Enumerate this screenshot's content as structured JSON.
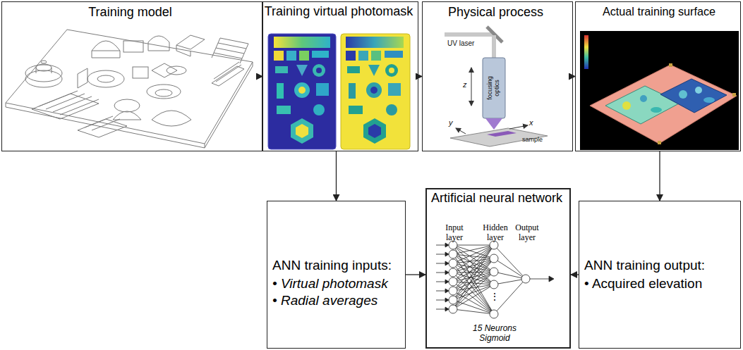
{
  "diagram": {
    "nodes": [
      {
        "text": [
          "Training model"
        ]
      },
      {
        "text": [
          "Training virtual photomask"
        ]
      },
      {
        "text": [
          "Physical process"
        ]
      },
      {
        "text": [
          "Actual training surface"
        ]
      },
      {
        "text": [
          "ANN training inputs:",
          "• Virtual photomask",
          "• Radial averages"
        ]
      },
      {
        "text": [
          "Artificial neural network",
          "Input layer",
          "Hidden layer",
          "Output layer",
          "⋮",
          "15 Neurons Sigmoid"
        ]
      },
      {
        "text": [
          "ANN training output:",
          "• Acquired elevation"
        ]
      }
    ],
    "edges": [
      {
        "from": 0,
        "to": 1,
        "arrow": "to"
      },
      {
        "from": 1,
        "to": 2,
        "arrow": "to"
      },
      {
        "from": 2,
        "to": 3,
        "arrow": "to"
      },
      {
        "from": 1,
        "to": 4,
        "arrow": "to"
      },
      {
        "from": 3,
        "to": 6,
        "arrow": "to"
      },
      {
        "from": 4,
        "to": 5,
        "arrow": "to"
      },
      {
        "from": 6,
        "to": 5,
        "arrow": "to"
      }
    ],
    "labels": [
      "UV laser",
      "focusing optics",
      "z",
      "x",
      "y",
      "sample"
    ]
  }
}
